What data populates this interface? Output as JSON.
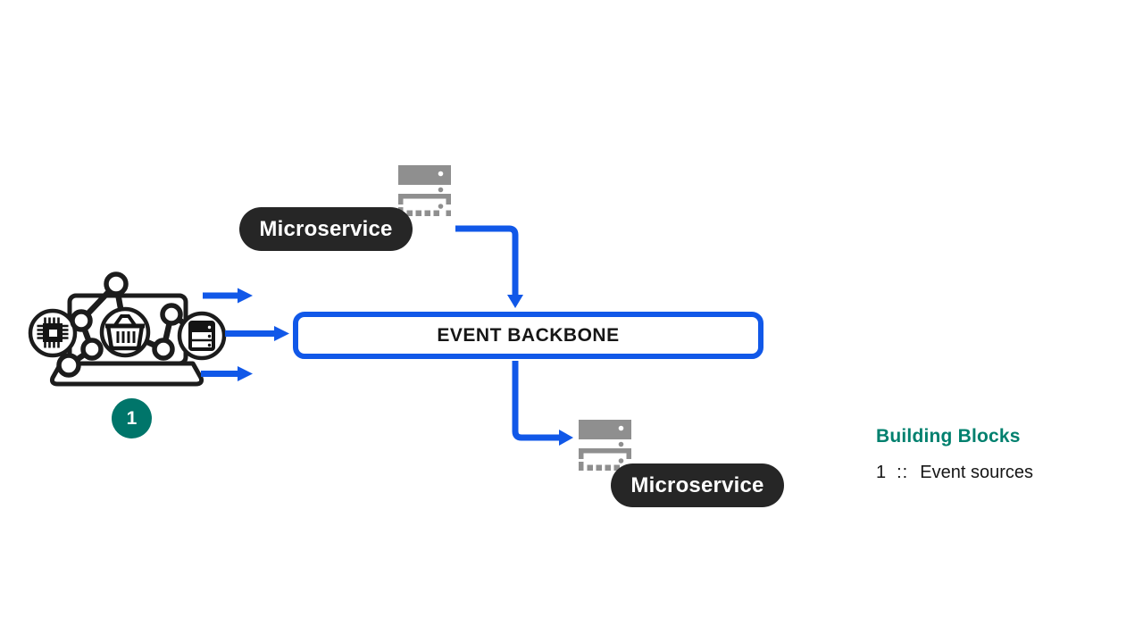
{
  "colors": {
    "blue": "#1158e8",
    "teal": "#00806e",
    "badge-teal": "#00756a",
    "pill-bg": "#262626",
    "icon-gray": "#8f8f8f",
    "ink": "#161616"
  },
  "diagram": {
    "microservice_top_label": "Microservice",
    "microservice_bottom_label": "Microservice",
    "event_backbone_label": "EVENT BACKBONE",
    "event_sources_badge": "1"
  },
  "legend": {
    "title": "Building Blocks",
    "items": [
      {
        "number": "1",
        "separator": "::",
        "label": "Event sources"
      }
    ]
  },
  "icons": {
    "event_sources": "laptop-event-graph-icon",
    "microservice": "server-stack-icon",
    "sub_icons": [
      "chip-icon",
      "basket-icon",
      "server-icon"
    ]
  }
}
